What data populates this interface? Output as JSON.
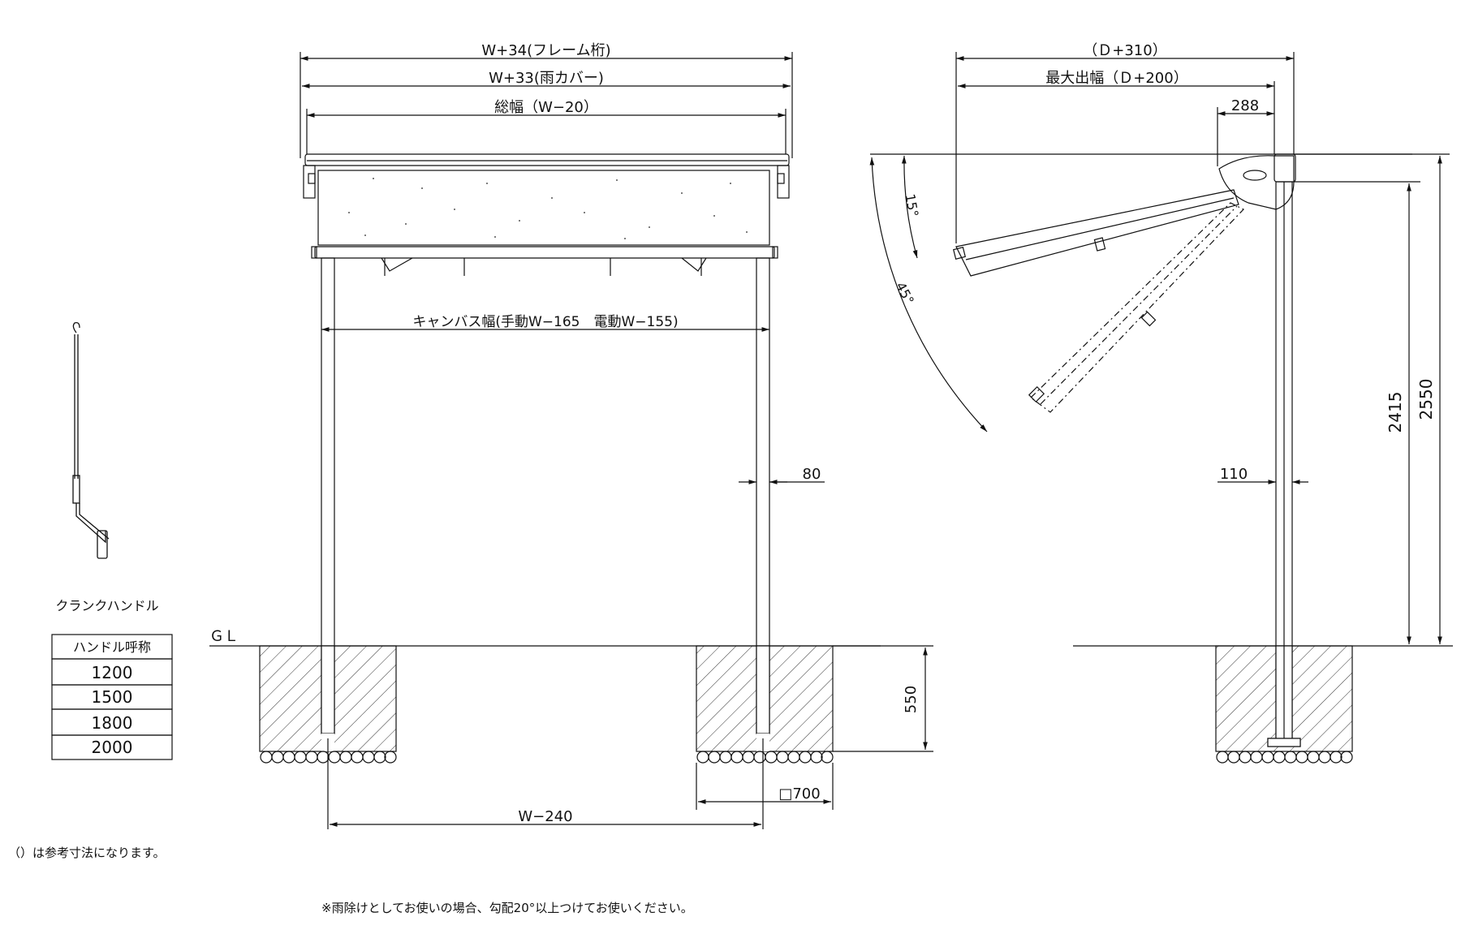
{
  "front_view": {
    "dim_frame_width": "W+34(フレーム桁)",
    "dim_rain_cover": "W+33(雨カバー)",
    "dim_total_width": "総幅（W−20）",
    "dim_canvas_width": "キャンバス幅(手動W−165　電動W−155)",
    "dim_post": "80",
    "dim_foundation": "□700",
    "dim_post_span": "W−240",
    "dim_depth": "550",
    "label_gl": "ＧＬ"
  },
  "side_view": {
    "dim_overall": "（Ｄ+310）",
    "dim_max_projection": "最大出幅（Ｄ+200）",
    "dim_bracket": "288",
    "angle_min": "15°",
    "angle_max": "45°",
    "dim_height_arm": "2415",
    "dim_height_total": "2550",
    "dim_post": "110"
  },
  "crank": {
    "title": "クランクハンドル",
    "table_header": "ハンドル呼称",
    "sizes": [
      "1200",
      "1500",
      "1800",
      "2000"
    ]
  },
  "notes": {
    "reference": "（）は参考寸法になります。",
    "rain_use": "※雨除けとしてお使いの場合、勾配20°以上つけてお使いください。"
  }
}
